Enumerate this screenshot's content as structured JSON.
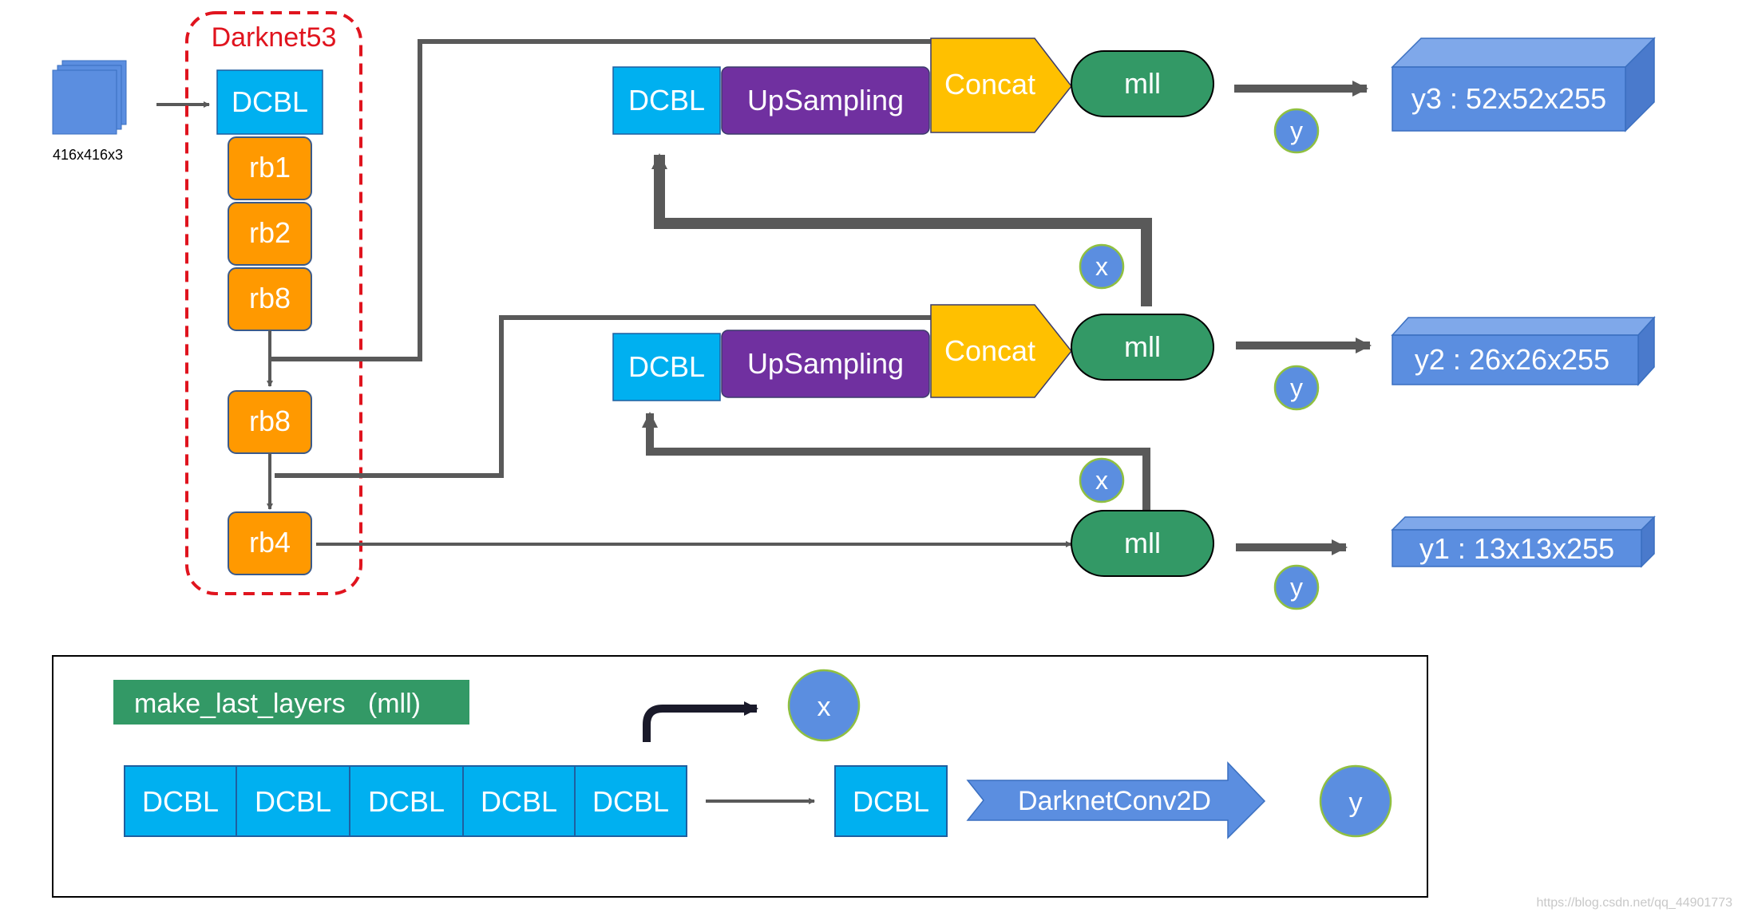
{
  "input": {
    "size_label": "416x416x3"
  },
  "backbone": {
    "label": "Darknet53",
    "blocks": [
      "DCBL",
      "rb1",
      "rb2",
      "rb8",
      "rb8",
      "rb4"
    ]
  },
  "branches": {
    "top": {
      "dcbl": "DCBL",
      "upsampling": "UpSampling",
      "concat": "Concat",
      "mll": "mll",
      "x_label": "x",
      "y_label": "y",
      "output": "y3 : 52x52x255"
    },
    "middle": {
      "dcbl": "DCBL",
      "upsampling": "UpSampling",
      "concat": "Concat",
      "mll": "mll",
      "x_label": "x",
      "y_label": "y",
      "output": "y2 : 26x26x255"
    },
    "bottom": {
      "mll": "mll",
      "y_label": "y",
      "output": "y1 : 13x13x255"
    }
  },
  "legend": {
    "title": "make_last_layers   (mll)",
    "dcbl_chain": [
      "DCBL",
      "DCBL",
      "DCBL",
      "DCBL",
      "DCBL"
    ],
    "after_dcbl": "DCBL",
    "conv": "DarknetConv2D",
    "x_label": "x",
    "y_label": "y"
  },
  "watermark": "https://blog.csdn.net/qq_44901773",
  "colors": {
    "dcbl": "#00b0f0",
    "residual": "#ff9900",
    "upsampling": "#7030a0",
    "concat": "#ffc000",
    "mll": "#339966",
    "circle": "#5b8ee0",
    "output": "#5b8ee0",
    "backbone_border": "#e0141e",
    "arrow": "#595959"
  }
}
